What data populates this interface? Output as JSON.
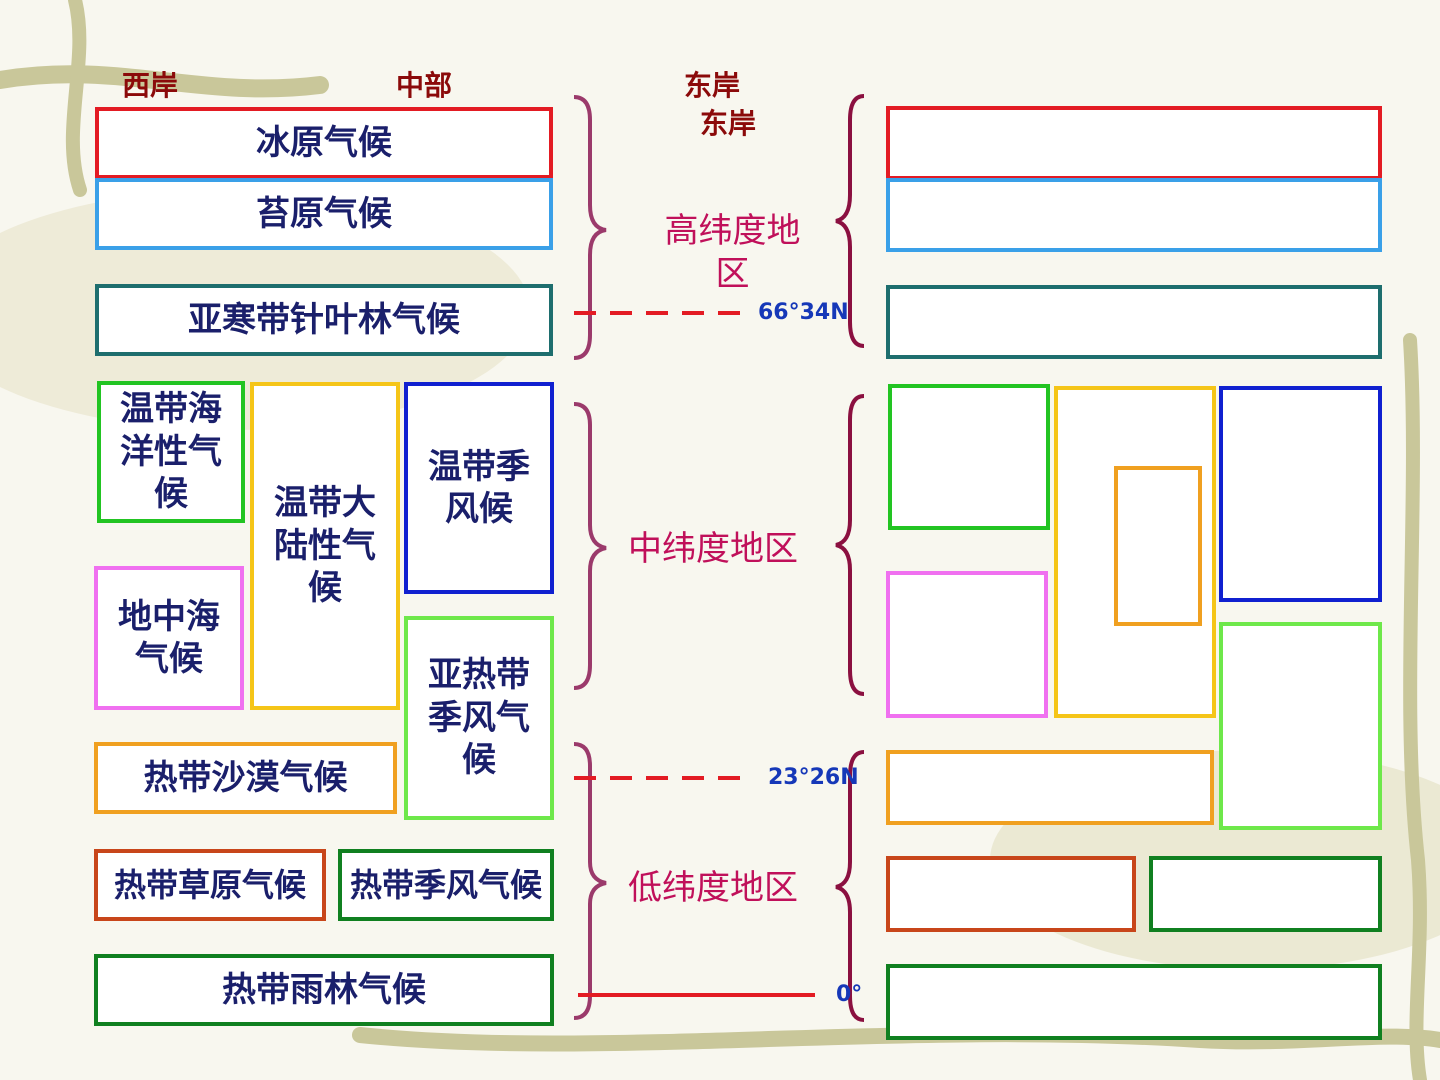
{
  "headers": {
    "west": "西岸",
    "middle": "中部",
    "east": "东岸",
    "east_repeat": "东岸"
  },
  "climates": {
    "ice_cap": "冰原气候",
    "tundra": "苔原气候",
    "subarctic": "亚寒带针叶林气候",
    "temperate_oceanic": "温带海洋性气候",
    "temperate_continental": "温带大陆性气候",
    "temperate_monsoon": "温带季风候",
    "mediterranean": "地中海气候",
    "subtropical_monsoon": "亚热带季风气候",
    "tropical_desert": "热带沙漠气候",
    "tropical_savanna": "热带草原气候",
    "tropical_monsoon": "热带季风气候",
    "tropical_rainforest": "热带雨林气候"
  },
  "regions": {
    "high": "高纬度地区",
    "mid": "中纬度地区",
    "low": "低纬度地区"
  },
  "latitudes": {
    "arctic_circle": "66°34N",
    "tropic": "23°26N",
    "equator": "0°"
  },
  "colors": {
    "ice_cap": "#e31b23",
    "tundra": "#3aa0e8",
    "subarctic": "#1e6e6e",
    "temperate_oceanic": "#22c422",
    "temperate_continental": "#f5c518",
    "temperate_monsoon": "#1020d0",
    "mediterranean": "#f070f0",
    "subtropical_monsoon": "#6ee84a",
    "tropical_desert": "#f0a020",
    "tropical_savanna": "#c8461a",
    "tropical_monsoon": "#108020",
    "tropical_rainforest": "#108020",
    "brace_left": "#9b3a6b",
    "brace_right": "#8b1040",
    "dashed_line": "#e31b23"
  }
}
